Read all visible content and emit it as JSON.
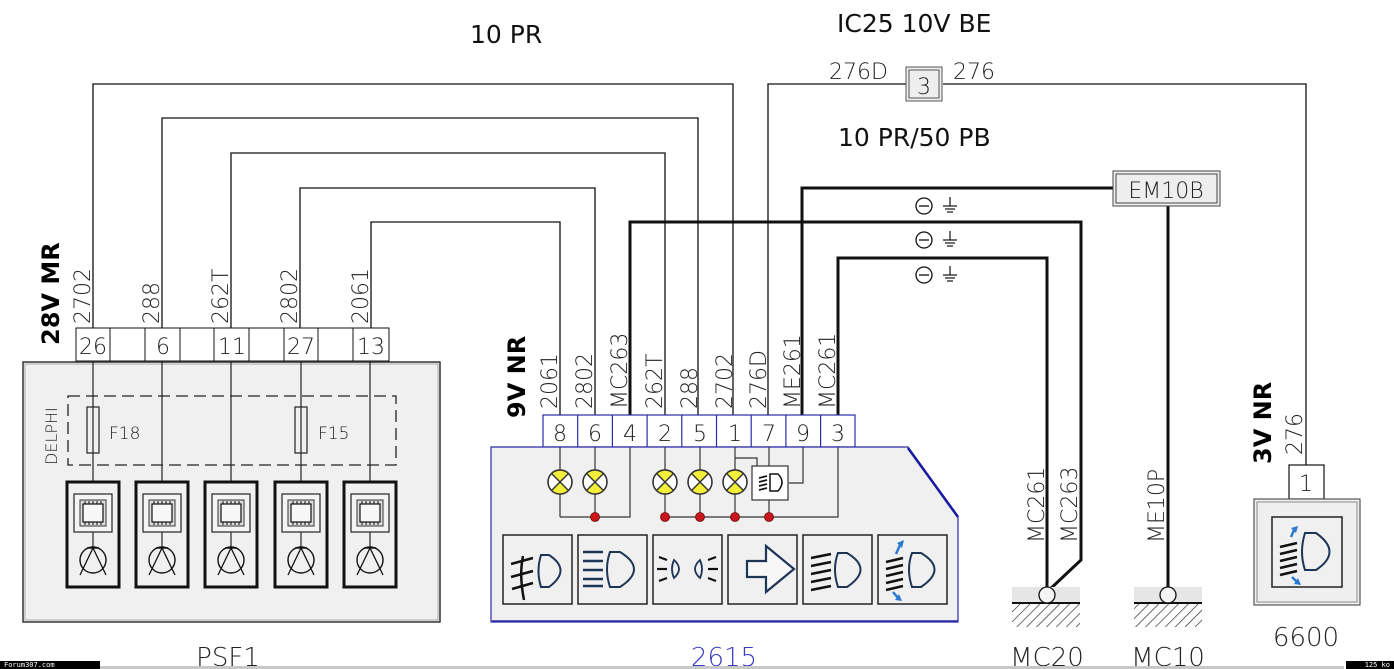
{
  "headers": {
    "harness_top": "10 PR",
    "harness_right": "IC25  10V  BE",
    "harness_mid": "10 PR/50 PB"
  },
  "splice": {
    "left_wire": "276D",
    "pin": "3",
    "right_wire": "276"
  },
  "ground_connector": {
    "label": "EM10B"
  },
  "ground_symbols": [
    "⊖ ⏚",
    "⊖ ⏚",
    "⊖ ⏚"
  ],
  "psf1": {
    "name": "PSF1",
    "connector_label": "28V MR",
    "supplier": "DELPHI",
    "wires": [
      "2702",
      "288",
      "262T",
      "2802",
      "2061"
    ],
    "pins": [
      "26",
      "6",
      "11",
      "27",
      "13"
    ],
    "fuses": [
      "F18",
      "F15"
    ]
  },
  "module_2615": {
    "name": "2615",
    "connector_label": "9V NR",
    "wires": [
      "2061",
      "2802",
      "MC263",
      "262T",
      "288",
      "2702",
      "276D",
      "ME261",
      "MC261"
    ],
    "pins": [
      "8",
      "6",
      "4",
      "2",
      "5",
      "1",
      "7",
      "9",
      "3"
    ],
    "switch_icons": [
      "fog-light-icon",
      "high-beam-icon",
      "sidelight-icon",
      "direction-arrow-icon",
      "low-beam-icon",
      "headlamp-leveling-icon"
    ],
    "accent_color": "#2a2aa8",
    "lamp_color": "#f2ee3a",
    "junction_color": "#c8161c"
  },
  "grounds": [
    {
      "name": "MC20",
      "wires": [
        "MC261",
        "MC263"
      ]
    },
    {
      "name": "MC10",
      "wires": [
        "ME10P"
      ]
    }
  ],
  "device_6600": {
    "name": "6600",
    "connector_label": "3V NR",
    "wire": "276",
    "pin": "1"
  },
  "footer": {
    "site": "Forum307.com",
    "size": "125 ko"
  }
}
